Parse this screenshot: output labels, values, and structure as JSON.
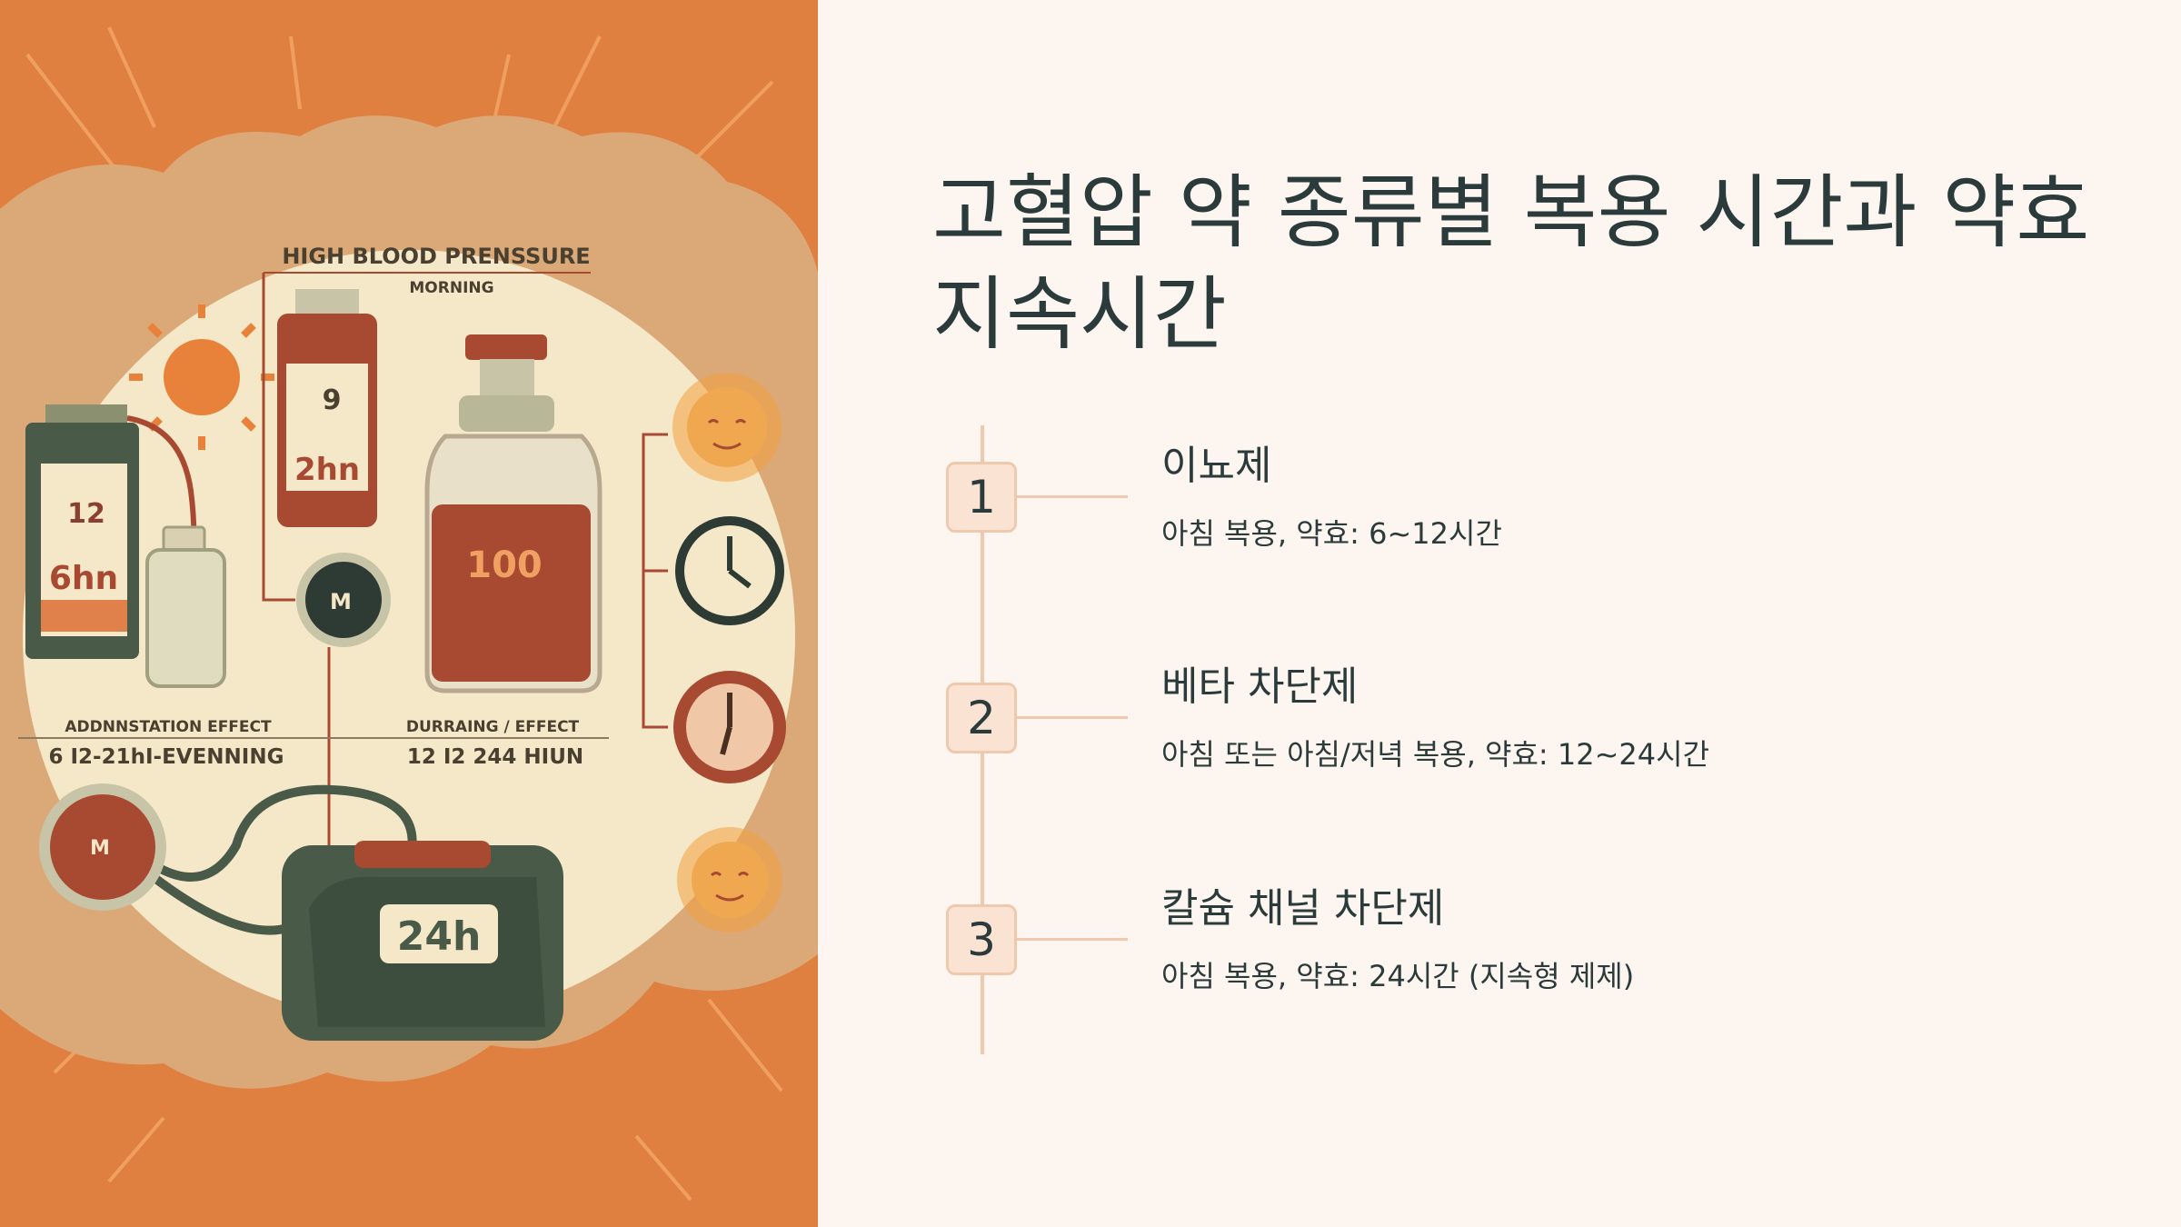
{
  "slide": {
    "title": "고혈압 약 종류별 복용 시간과 약효 지속시간"
  },
  "illustration": {
    "heading": "HIGH BLOOD PRENSSURE",
    "subheading": "MORNING",
    "bottle_left_label": "6hn",
    "bottle_top_label": "2hn",
    "bottle_center_display": "100",
    "gauge_label": "M",
    "left_caption": "ADDNNSTATION EFFECT",
    "left_caption_value": "6 I2-21hI-EVENNING",
    "right_caption": "DURRAING / EFFECT",
    "right_caption_value": "12 I2 244 HIUN",
    "monitor_label": "24h",
    "bulb_label": "M"
  },
  "steps": [
    {
      "number": "1",
      "title": "이뇨제",
      "description": "아침 복용, 약효: 6~12시간"
    },
    {
      "number": "2",
      "title": "베타 차단제",
      "description": "아침 또는 아침/저녁 복용, 약효: 12~24시간"
    },
    {
      "number": "3",
      "title": "칼슘 채널 차단제",
      "description": "아침 복용, 약효: 24시간 (지속형 제제)"
    }
  ],
  "colors": {
    "background": "#fdf6f0",
    "title_text": "#2b3a3a",
    "accent_line": "#efc9ad",
    "step_box": "#fbe3d4",
    "illustration_orange": "#e08040",
    "illustration_cream": "#f5e8c8",
    "illustration_rust": "#a84a32",
    "illustration_dark_green": "#4a5a48"
  }
}
